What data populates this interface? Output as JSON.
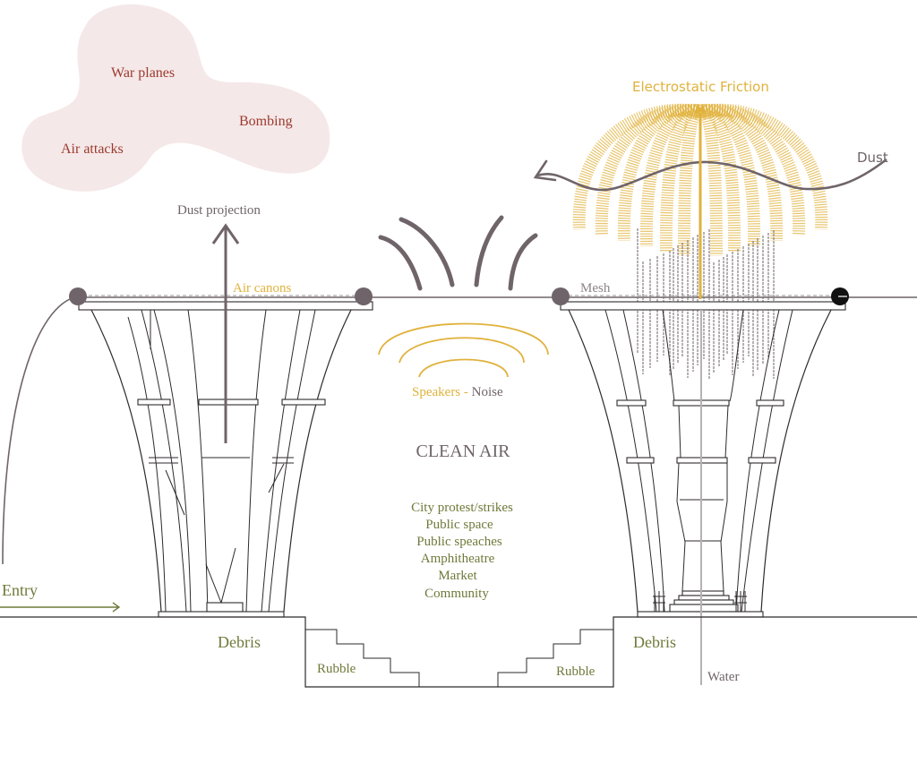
{
  "colors": {
    "cloud_fill": "#f5e8e8",
    "cloud_text": "#9b3a2e",
    "gold": "#e0b23c",
    "grey": "#6f6469",
    "olive": "#6f7a3a",
    "structure": "#2e2a2c"
  },
  "threat_cloud": {
    "labels": [
      "War planes",
      "Bombing",
      "Air attacks"
    ]
  },
  "left_tower": {
    "projection_label": "Dust projection",
    "canons_label": "Air canons",
    "ground_label": "Debris"
  },
  "center": {
    "speakers_label": "Speakers",
    "separator": " - ",
    "noise_label": "Noise",
    "title": "CLEAN AIR",
    "uses": [
      "City protest/strikes",
      "Public space",
      "Public speaches",
      "Amphitheatre",
      "Market",
      "Community"
    ],
    "rubble_left": "Rubble",
    "rubble_right": "Rubble"
  },
  "right_tower": {
    "friction_label": "Electrostatic Friction",
    "dust_label": "Dust",
    "mesh_label": "Mesh",
    "ground_label": "Debris",
    "water_label": "Water"
  },
  "entry": {
    "label": "Entry"
  }
}
